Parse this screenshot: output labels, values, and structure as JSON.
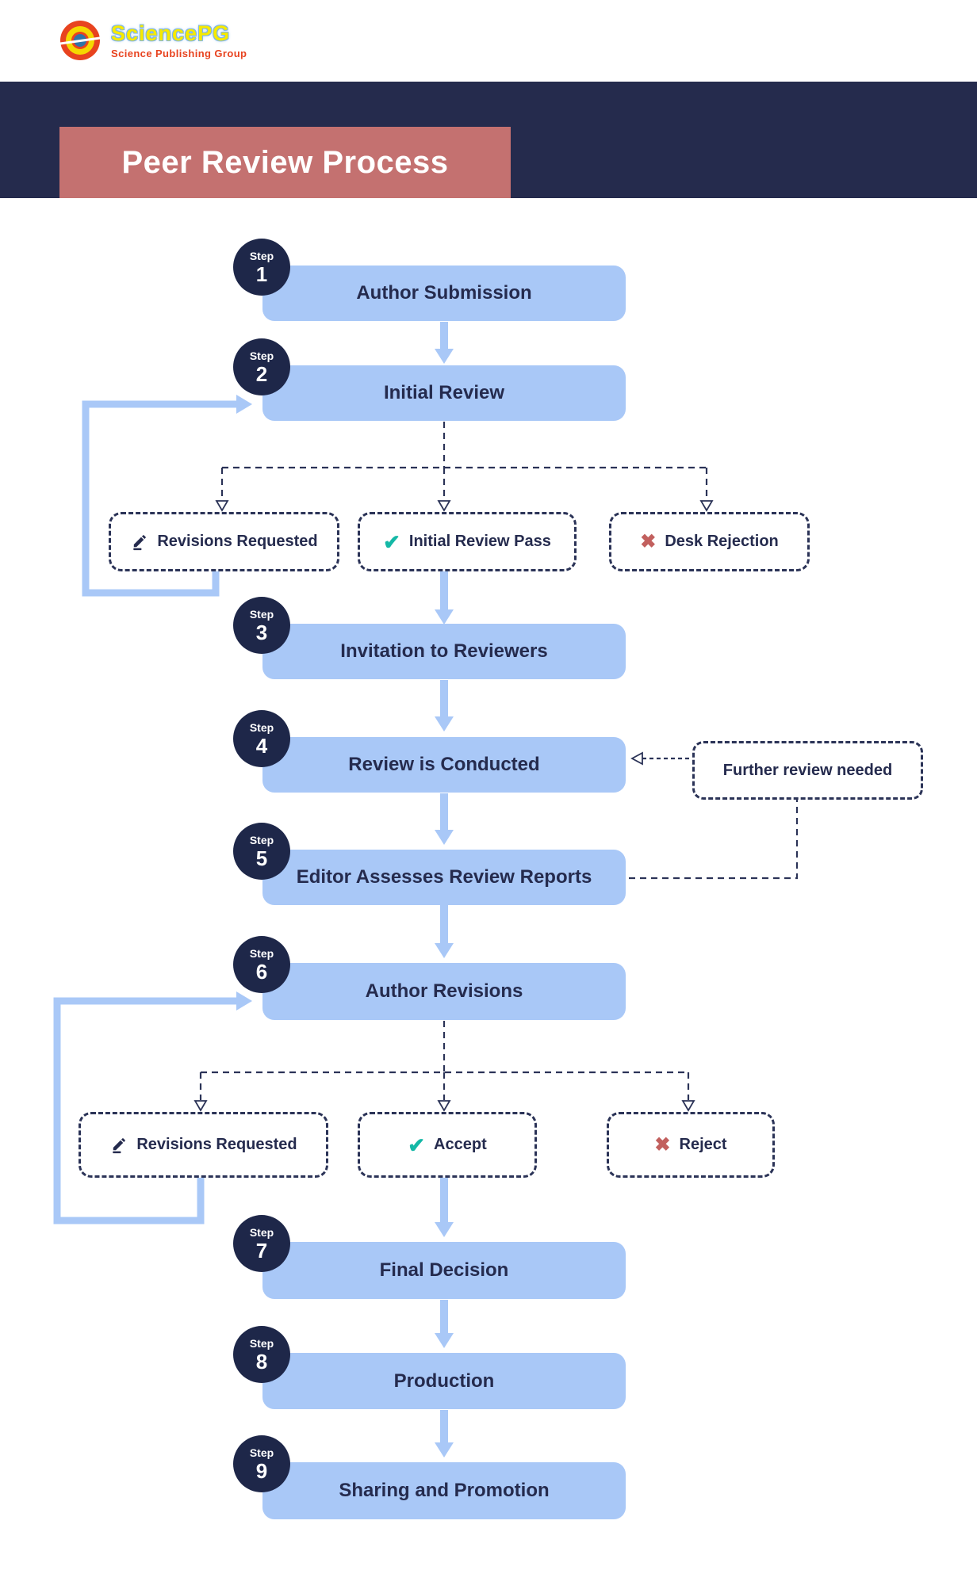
{
  "brand": {
    "name": "SciencePG",
    "tagline": "Science Publishing Group"
  },
  "header": {
    "title": "Peer Review Process"
  },
  "step_word": "Step",
  "steps": [
    {
      "number": "1",
      "title": "Author Submission"
    },
    {
      "number": "2",
      "title": "Initial Review"
    },
    {
      "number": "3",
      "title": "Invitation to Reviewers"
    },
    {
      "number": "4",
      "title": "Review is Conducted"
    },
    {
      "number": "5",
      "title": "Editor Assesses Review Reports"
    },
    {
      "number": "6",
      "title": "Author Revisions"
    },
    {
      "number": "7",
      "title": "Final Decision"
    },
    {
      "number": "8",
      "title": "Production"
    },
    {
      "number": "9",
      "title": "Sharing and Promotion"
    }
  ],
  "branch_row_initial": [
    {
      "icon": "edit-icon",
      "label": "Revisions Requested"
    },
    {
      "icon": "check-icon",
      "label": "Initial Review Pass"
    },
    {
      "icon": "cross-icon",
      "label": "Desk Rejection"
    }
  ],
  "branch_row_final": [
    {
      "icon": "edit-icon",
      "label": "Revisions Requested"
    },
    {
      "icon": "check-icon",
      "label": "Accept"
    },
    {
      "icon": "cross-icon",
      "label": "Reject"
    }
  ],
  "callout": {
    "label": "Further review needed"
  },
  "icons": {
    "check": "✔",
    "cross": "✖"
  },
  "colors": {
    "navy_band": "#252b4d",
    "step_circle": "#1e2749",
    "node_fill": "#a9c8f7",
    "node_text": "#252b4e",
    "title_box": "#c47170",
    "check_teal": "#14b8a6",
    "cross_red": "#c2605e",
    "dashed_border": "#2b3357",
    "logo_red": "#e8431f",
    "logo_yellow": "#f5d800",
    "logo_blue": "#2e74a8"
  }
}
